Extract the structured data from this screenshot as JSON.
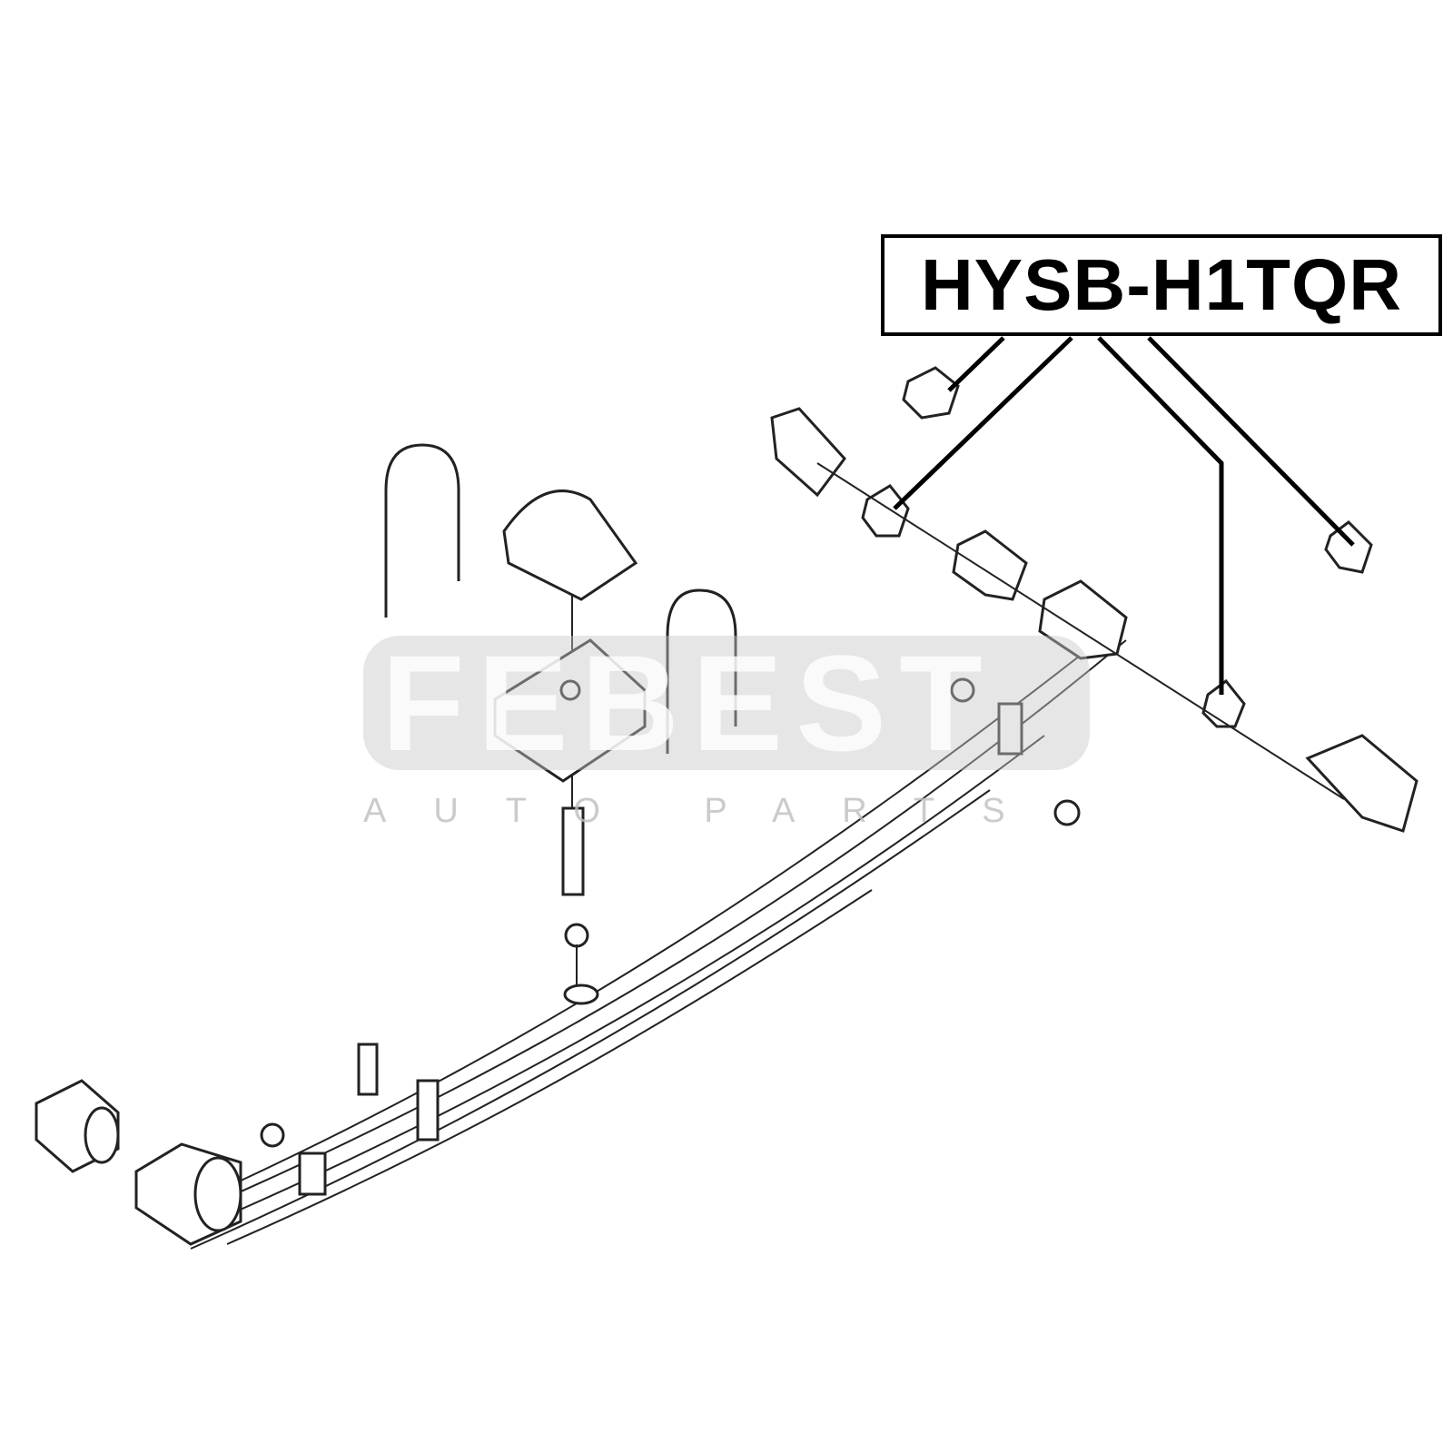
{
  "part_label": "HYSB-H1TQR",
  "watermark": {
    "brand": "FEBEST",
    "tagline": "AUTO PARTS"
  },
  "colors": {
    "line": "#222222",
    "label_border": "#000000",
    "watermark": "#c8c8c8"
  }
}
